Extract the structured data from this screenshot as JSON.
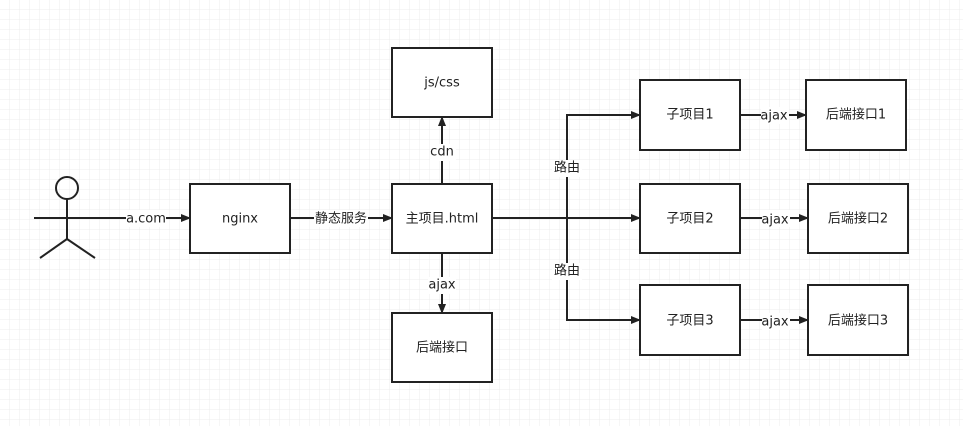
{
  "nodes": {
    "nginx": "nginx",
    "main": "主项目.html",
    "assets": "js/css",
    "backend": "后端接口",
    "sub1": "子项目1",
    "sub2": "子项目2",
    "sub3": "子项目3",
    "backend1": "后端接口1",
    "backend2": "后端接口2",
    "backend3": "后端接口3"
  },
  "edges": {
    "user_to_nginx": "a.com",
    "nginx_to_main": "静态服务",
    "main_to_assets": "cdn",
    "main_to_backend": "ajax",
    "route_upper": "路由",
    "route_lower": "路由",
    "sub1_to_backend1": "ajax",
    "sub2_to_backend2": "ajax",
    "sub3_to_backend3": "ajax"
  }
}
